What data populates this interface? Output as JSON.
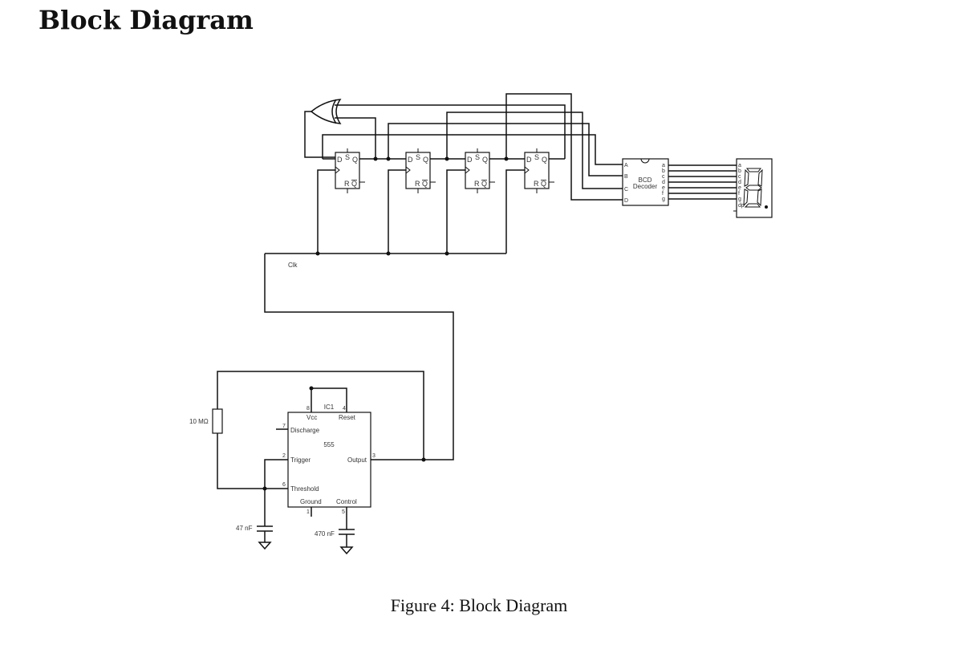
{
  "page": {
    "heading": "Block Diagram",
    "caption": "Figure 4: Block Diagram"
  },
  "flip_flops": [
    {
      "d": "D",
      "s": "S",
      "q": "Q",
      "r": "R",
      "qbar": "Q"
    },
    {
      "d": "D",
      "s": "S",
      "q": "Q",
      "r": "R",
      "qbar": "Q"
    },
    {
      "d": "D",
      "s": "S",
      "q": "Q",
      "r": "R",
      "qbar": "Q"
    },
    {
      "d": "D",
      "s": "S",
      "q": "Q",
      "r": "R",
      "qbar": "Q"
    }
  ],
  "clock": {
    "label": "Clk"
  },
  "decoder": {
    "line1": "BCD",
    "line2": "Decoder",
    "inputs": [
      "A",
      "B",
      "C",
      "D"
    ],
    "outputs": [
      "a",
      "b",
      "c",
      "d",
      "e",
      "f",
      "g"
    ]
  },
  "display": {
    "pins": [
      "a",
      "b",
      "c",
      "d",
      "e",
      "f",
      "g",
      "dp"
    ]
  },
  "timer": {
    "designator": "IC1",
    "part": "555",
    "pins": {
      "vcc": {
        "num": "8",
        "label": "Vcc"
      },
      "reset": {
        "num": "4",
        "label": "Reset"
      },
      "discharge": {
        "num": "7",
        "label": "Discharge"
      },
      "trigger": {
        "num": "2",
        "label": "Trigger"
      },
      "threshold": {
        "num": "6",
        "label": "Threshold"
      },
      "output": {
        "num": "3",
        "label": "Output"
      },
      "ground": {
        "num": "1",
        "label": "Ground"
      },
      "control": {
        "num": "5",
        "label": "Control"
      }
    }
  },
  "components": {
    "resistor": "10 MΩ",
    "cap_timing": "47 nF",
    "cap_control": "470 nF"
  }
}
